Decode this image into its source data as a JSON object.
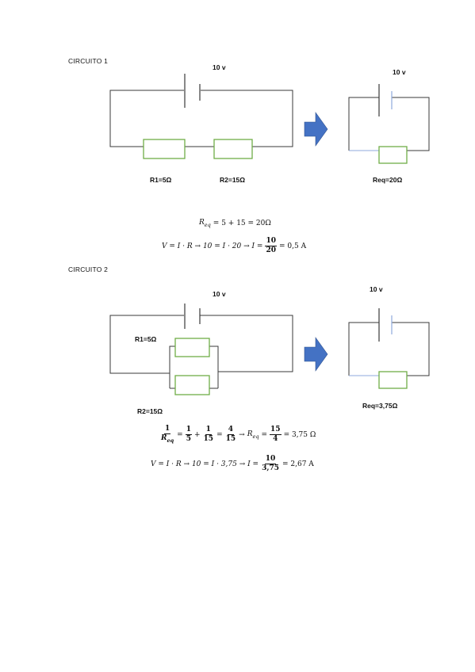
{
  "circuit1": {
    "heading": "CIRCUITO 1",
    "voltage": "10 v",
    "r1": "R1=5Ω",
    "r2": "R2=15Ω",
    "eq_voltage": "10 v",
    "req": "Req=20Ω",
    "formula1": {
      "R": "R",
      "sub": "eq",
      "rhs": "= 5 + 15 = 20Ω"
    },
    "formula2": {
      "lhs": "V = I · R → 10 = I · 20 → I =",
      "num": "10",
      "den": "20",
      "rhs": "= 0,5 A"
    }
  },
  "circuit2": {
    "heading": "CIRCUITO 2",
    "voltage": "10 v",
    "r1": "R1=5Ω",
    "r2": "R2=15Ω",
    "eq_voltage": "10 v",
    "req": "Req=3,75Ω",
    "formula1": {
      "f1_num": "1",
      "f1_den_R": "R",
      "f1_den_sub": "eq",
      "eq_sign": "=",
      "f2_num": "1",
      "f2_den": "5",
      "plus": "+",
      "f3_num": "1",
      "f3_den": "15",
      "eq_sign2": "=",
      "f4_num": "4",
      "f4_den": "15",
      "arrow": "→",
      "R": "R",
      "sub": "eq",
      "eq_sign3": "=",
      "f5_num": "15",
      "f5_den": "4",
      "rhs": "= 3,75 Ω"
    },
    "formula2": {
      "lhs": "V = I · R → 10 = I · 3,75 → I =",
      "num": "10",
      "den": "3,75",
      "rhs": "= 2,67 A"
    }
  },
  "colors": {
    "wire": "#3a3a3a",
    "resistor": "#70ad47",
    "arrow": "#4472c4",
    "wire_blue": "#8faadc"
  }
}
